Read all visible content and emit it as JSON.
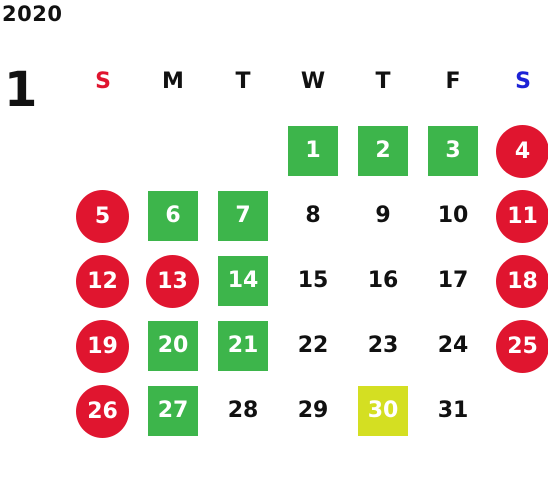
{
  "year": "2020",
  "month": "1",
  "colors": {
    "sunday": "#e0152f",
    "saturday": "#1d22d6",
    "weekday": "#111111",
    "holiday": "#e0152f",
    "event": "#3db54b",
    "today": "#d4df22"
  },
  "weekdays": [
    {
      "label": "S",
      "key": "sunday"
    },
    {
      "label": "M",
      "key": "weekday"
    },
    {
      "label": "T",
      "key": "weekday"
    },
    {
      "label": "W",
      "key": "weekday"
    },
    {
      "label": "T",
      "key": "weekday"
    },
    {
      "label": "F",
      "key": "weekday"
    },
    {
      "label": "S",
      "key": "saturday"
    }
  ],
  "leading_blank_days": 3,
  "days": [
    {
      "day": "1",
      "style": "green"
    },
    {
      "day": "2",
      "style": "green"
    },
    {
      "day": "3",
      "style": "green"
    },
    {
      "day": "4",
      "style": "red"
    },
    {
      "day": "5",
      "style": "red"
    },
    {
      "day": "6",
      "style": "green"
    },
    {
      "day": "7",
      "style": "green"
    },
    {
      "day": "8",
      "style": "normal"
    },
    {
      "day": "9",
      "style": "normal"
    },
    {
      "day": "10",
      "style": "normal"
    },
    {
      "day": "11",
      "style": "red"
    },
    {
      "day": "12",
      "style": "red"
    },
    {
      "day": "13",
      "style": "red"
    },
    {
      "day": "14",
      "style": "green"
    },
    {
      "day": "15",
      "style": "normal"
    },
    {
      "day": "16",
      "style": "normal"
    },
    {
      "day": "17",
      "style": "normal"
    },
    {
      "day": "18",
      "style": "red"
    },
    {
      "day": "19",
      "style": "red"
    },
    {
      "day": "20",
      "style": "green"
    },
    {
      "day": "21",
      "style": "green"
    },
    {
      "day": "22",
      "style": "normal"
    },
    {
      "day": "23",
      "style": "normal"
    },
    {
      "day": "24",
      "style": "normal"
    },
    {
      "day": "25",
      "style": "red"
    },
    {
      "day": "26",
      "style": "red"
    },
    {
      "day": "27",
      "style": "green"
    },
    {
      "day": "28",
      "style": "normal"
    },
    {
      "day": "29",
      "style": "normal"
    },
    {
      "day": "30",
      "style": "yellow"
    },
    {
      "day": "31",
      "style": "normal"
    }
  ]
}
